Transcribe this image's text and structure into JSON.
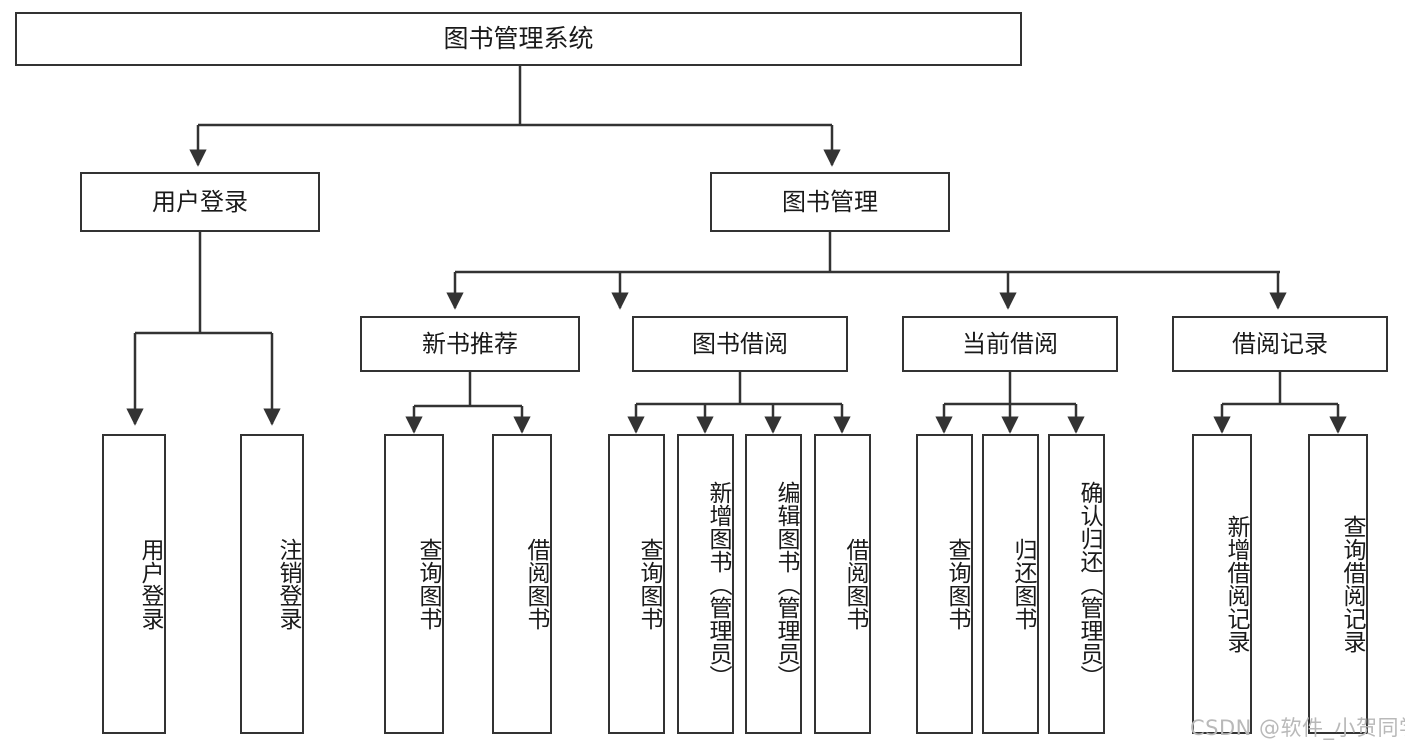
{
  "diagram": {
    "type": "hierarchy-tree",
    "title": "图书管理系统",
    "orientation": "top-down",
    "levels": 4,
    "root": {
      "label": "图书管理系统",
      "name": "node-root-book-management-system"
    },
    "level2": [
      {
        "label": "用户登录",
        "name": "node-user-login"
      },
      {
        "label": "图书管理",
        "name": "node-book-management"
      }
    ],
    "level3_user_login_children": [
      {
        "label": "用户登录",
        "name": "node-leaf-user-login"
      },
      {
        "label": "注销登录",
        "name": "node-leaf-logout"
      }
    ],
    "level3_book_management": [
      {
        "label": "新书推荐",
        "name": "node-new-book-recommend"
      },
      {
        "label": "图书借阅",
        "name": "node-book-borrow"
      },
      {
        "label": "当前借阅",
        "name": "node-current-borrow"
      },
      {
        "label": "借阅记录",
        "name": "node-borrow-record"
      }
    ],
    "level4": {
      "new_book_recommend": [
        {
          "label": "查询图书",
          "name": "node-leaf-query-book-1"
        },
        {
          "label": "借阅图书",
          "name": "node-leaf-borrow-book-1"
        }
      ],
      "book_borrow": [
        {
          "label": "查询图书",
          "name": "node-leaf-query-book-2"
        },
        {
          "label": "新增图书（管理员）",
          "name": "node-leaf-add-book-admin"
        },
        {
          "label": "编辑图书（管理员）",
          "name": "node-leaf-edit-book-admin"
        },
        {
          "label": "借阅图书",
          "name": "node-leaf-borrow-book-2"
        }
      ],
      "current_borrow": [
        {
          "label": "查询图书",
          "name": "node-leaf-query-book-3"
        },
        {
          "label": "归还图书",
          "name": "node-leaf-return-book"
        },
        {
          "label": "确认归还（管理员）",
          "name": "node-leaf-confirm-return-admin"
        }
      ],
      "borrow_record": [
        {
          "label": "新增借阅记录",
          "name": "node-leaf-add-borrow-record"
        },
        {
          "label": "查询借阅记录",
          "name": "node-leaf-query-borrow-record"
        }
      ]
    }
  },
  "watermark": {
    "text": "CSDN @软件_小贺同学"
  },
  "colors": {
    "border": "#333333",
    "background": "#ffffff",
    "text": "#1a1a1a",
    "watermark": "#b9b9b9"
  }
}
